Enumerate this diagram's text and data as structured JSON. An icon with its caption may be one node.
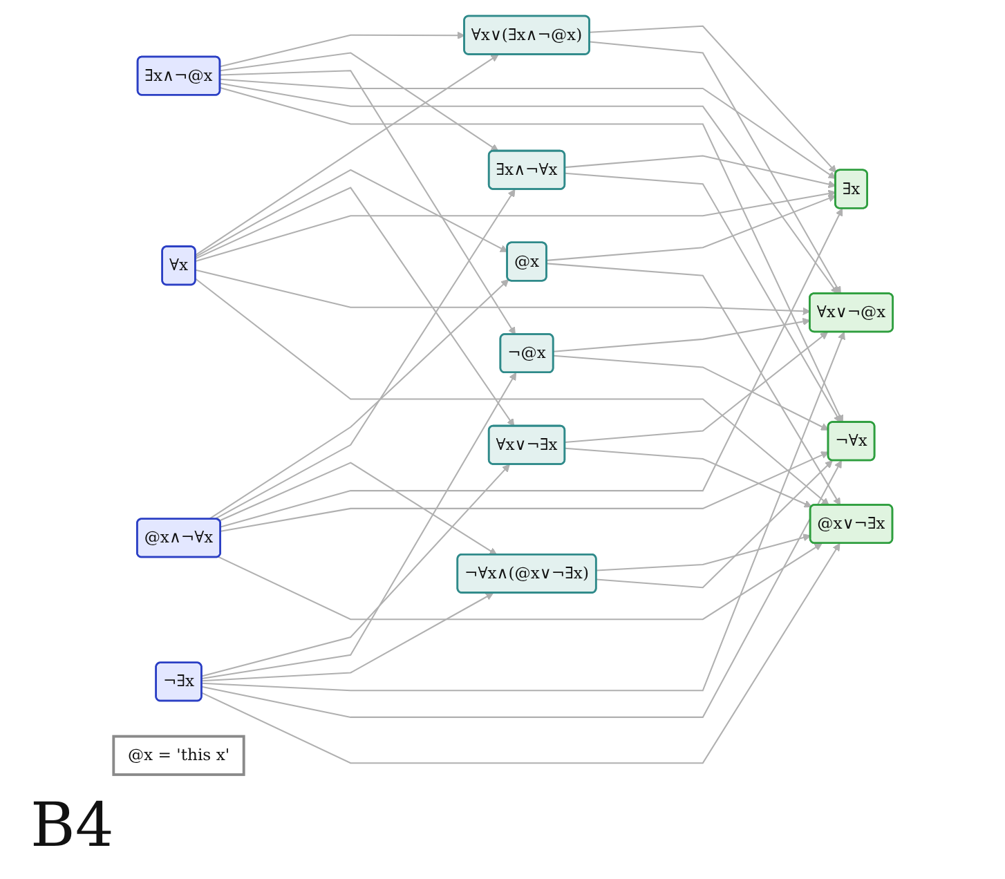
{
  "diagram": {
    "nodes": [
      {
        "text": [
          "∀x∨(∃x∧¬@x)"
        ]
      },
      {
        "text": [
          "∃x"
        ]
      },
      {
        "text": [
          "∃x∧¬@x"
        ]
      },
      {
        "text": [
          "∀x"
        ]
      },
      {
        "text": [
          "∀x∨¬@x"
        ]
      },
      {
        "text": [
          "@x"
        ]
      },
      {
        "text": [
          "∀x∨¬∃x"
        ]
      },
      {
        "text": [
          "∃x∧¬∀x"
        ]
      },
      {
        "text": [
          "¬@x"
        ]
      },
      {
        "text": [
          "@x∧¬∀x"
        ]
      },
      {
        "text": [
          "¬∀x"
        ]
      },
      {
        "text": [
          "@x∨¬∃x"
        ]
      },
      {
        "text": [
          "¬∃x"
        ]
      },
      {
        "text": [
          "¬∀x∧(@x∨¬∃x)"
        ]
      },
      {
        "text": [
          "@x = 'this x'"
        ]
      }
    ],
    "edges": [
      {
        "from": 3,
        "to": 0,
        "arrow": "to"
      },
      {
        "from": 3,
        "to": 5,
        "arrow": "to"
      },
      {
        "from": 3,
        "to": 6,
        "arrow": "to"
      },
      {
        "from": 9,
        "to": 5,
        "arrow": "to"
      },
      {
        "from": 9,
        "to": 7,
        "arrow": "to"
      },
      {
        "from": 9,
        "to": 13,
        "arrow": "to"
      },
      {
        "from": 2,
        "to": 0,
        "arrow": "to"
      },
      {
        "from": 2,
        "to": 7,
        "arrow": "to"
      },
      {
        "from": 2,
        "to": 8,
        "arrow": "to"
      },
      {
        "from": 12,
        "to": 6,
        "arrow": "to"
      },
      {
        "from": 12,
        "to": 8,
        "arrow": "to"
      },
      {
        "from": 12,
        "to": 13,
        "arrow": "to"
      },
      {
        "from": 0,
        "to": 1,
        "arrow": "to"
      },
      {
        "from": 0,
        "to": 4,
        "arrow": "to"
      },
      {
        "from": 5,
        "to": 1,
        "arrow": "to"
      },
      {
        "from": 5,
        "to": 11,
        "arrow": "to"
      },
      {
        "from": 6,
        "to": 4,
        "arrow": "to"
      },
      {
        "from": 6,
        "to": 11,
        "arrow": "to"
      },
      {
        "from": 7,
        "to": 1,
        "arrow": "to"
      },
      {
        "from": 7,
        "to": 10,
        "arrow": "to"
      },
      {
        "from": 8,
        "to": 4,
        "arrow": "to"
      },
      {
        "from": 8,
        "to": 10,
        "arrow": "to"
      },
      {
        "from": 13,
        "to": 11,
        "arrow": "to"
      },
      {
        "from": 13,
        "to": 10,
        "arrow": "to"
      },
      {
        "from": 3,
        "to": 1,
        "arrow": "to"
      },
      {
        "from": 3,
        "to": 4,
        "arrow": "to"
      },
      {
        "from": 3,
        "to": 11,
        "arrow": "to"
      },
      {
        "from": 9,
        "to": 1,
        "arrow": "to"
      },
      {
        "from": 9,
        "to": 10,
        "arrow": "to"
      },
      {
        "from": 9,
        "to": 11,
        "arrow": "to"
      },
      {
        "from": 2,
        "to": 1,
        "arrow": "to"
      },
      {
        "from": 2,
        "to": 4,
        "arrow": "to"
      },
      {
        "from": 2,
        "to": 10,
        "arrow": "to"
      },
      {
        "from": 12,
        "to": 4,
        "arrow": "to"
      },
      {
        "from": 12,
        "to": 10,
        "arrow": "to"
      },
      {
        "from": 12,
        "to": 11,
        "arrow": "to"
      }
    ],
    "labels": [
      "B4"
    ]
  }
}
